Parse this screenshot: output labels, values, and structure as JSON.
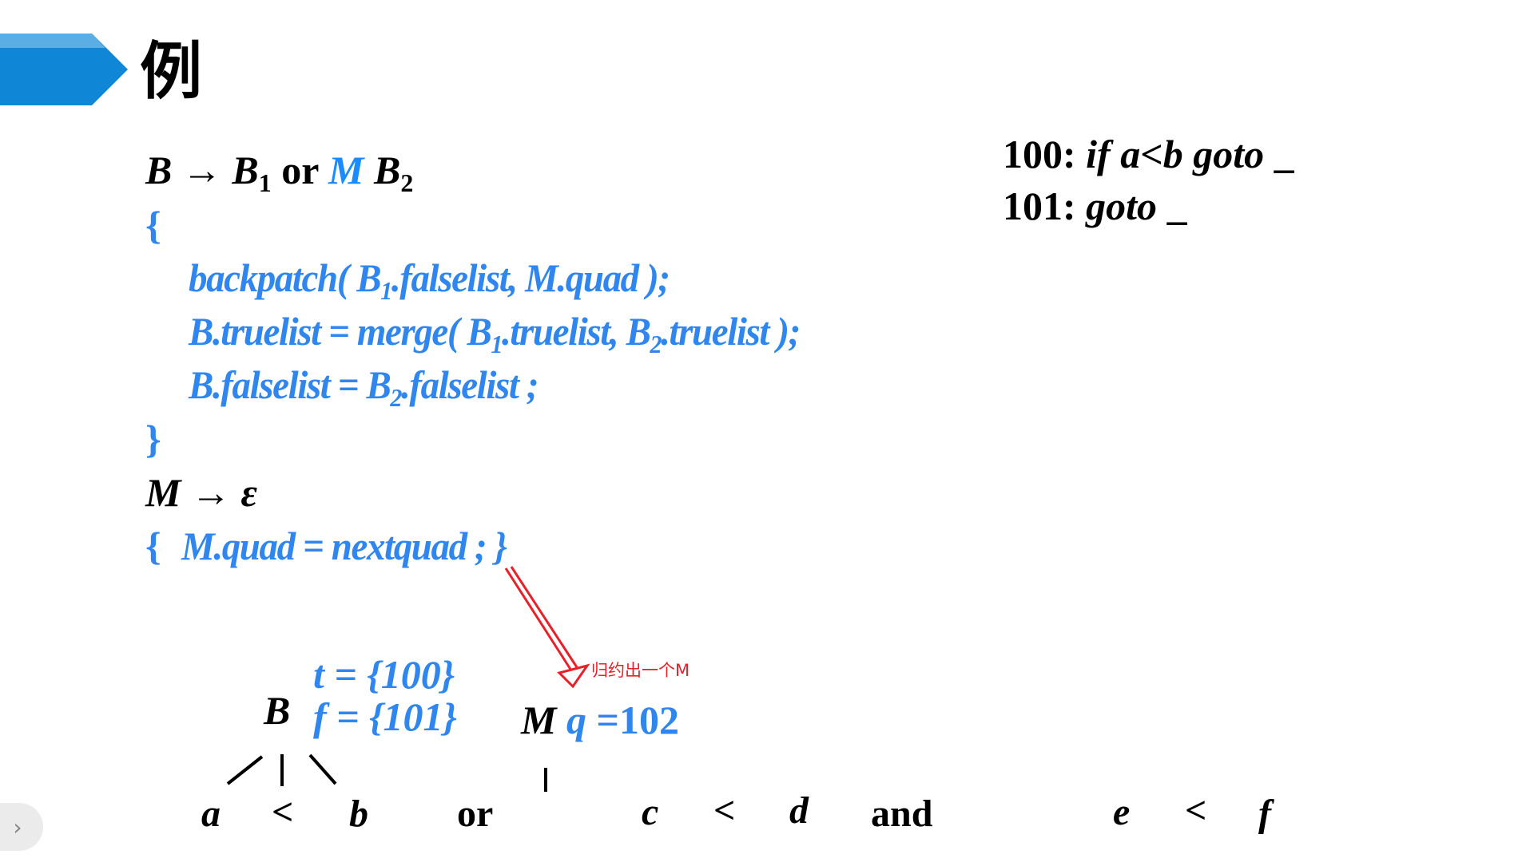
{
  "slide": {
    "title": "例",
    "banner_color": "#0f86d6",
    "banner_highlight": "#5aaee3",
    "accent_blue": "#2f86ee",
    "annotation_red": "#e8202a"
  },
  "rule1": {
    "head": "B",
    "arrow": "→",
    "b1": "B",
    "b1_sub": "1",
    "or": "or",
    "m": "M",
    "b2": "B",
    "b2_sub": "2"
  },
  "rule1_action": {
    "open": "{",
    "line1_a": "backpatch( B",
    "line1_sub": "1",
    "line1_b": ".falselist, M.quad );",
    "line2_a": "B.truelist = merge( B",
    "line2_sub1": "1",
    "line2_b": ".truelist, B",
    "line2_sub2": "2",
    "line2_c": ".truelist );",
    "line3_a": "B.falselist = B",
    "line3_sub": "2",
    "line3_b": ".falselist ;",
    "close": "}"
  },
  "rule2": {
    "head": "M",
    "arrow": "→",
    "body": "ε",
    "action_open": "{",
    "action": "M.quad = nextquad ; }"
  },
  "quads": [
    {
      "num": "100:",
      "code": "if a<b goto",
      "target": "_"
    },
    {
      "num": "101:",
      "code": "goto",
      "target": "_"
    }
  ],
  "tree": {
    "b_node": "B",
    "truelist": "t = {100}",
    "falselist": "f = {101}",
    "m_node": "M",
    "m_q": "q",
    "m_value": "=102",
    "annotation": "归约出一个M"
  },
  "input_tokens": [
    {
      "text": "a",
      "italic": true
    },
    {
      "text": "<",
      "italic": false
    },
    {
      "text": "b",
      "italic": true
    },
    {
      "text": "or",
      "italic": false
    },
    {
      "text": "c",
      "italic": true
    },
    {
      "text": "<",
      "italic": false
    },
    {
      "text": "d",
      "italic": true
    },
    {
      "text": "and",
      "italic": false
    },
    {
      "text": "e",
      "italic": true
    },
    {
      "text": "<",
      "italic": false
    },
    {
      "text": "f",
      "italic": true
    }
  ],
  "sidebar_toggle": {
    "icon": "›"
  }
}
